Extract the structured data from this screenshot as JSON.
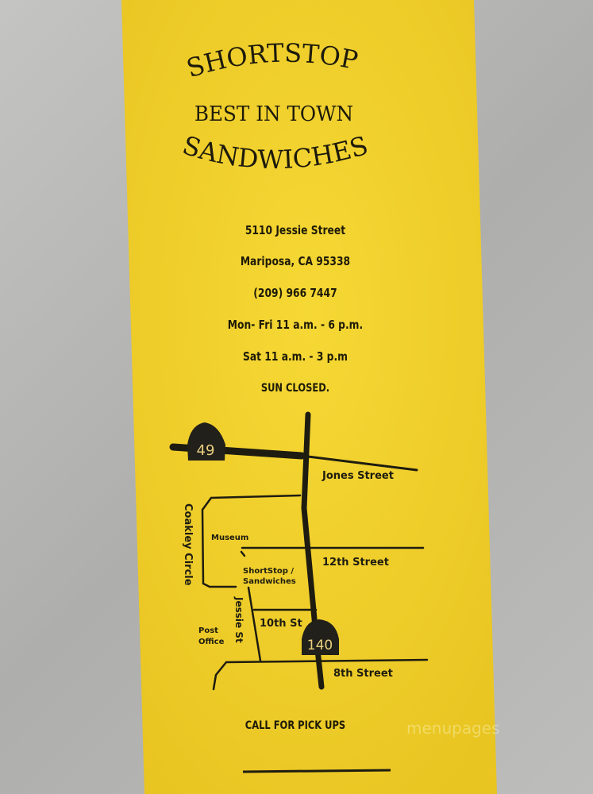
{
  "flyer": {
    "arc_top": "SHORTSTOP",
    "middle": "BEST IN TOWN",
    "arc_bottom": "SANDWICHES",
    "address_line1": "5110 Jessie Street",
    "address_line2": "Mariposa, CA 95338",
    "phone": "(209) 966 7447",
    "hours_weekday": "Mon- Fri 11 a.m. - 6 p.m.",
    "hours_saturday": "Sat 11 a.m. - 3 p.m",
    "hours_sunday": "SUN CLOSED.",
    "footer": "CALL FOR PICK UPS",
    "paper_color": "#f2d22e"
  },
  "map": {
    "highway_49": "49",
    "highway_140": "140",
    "streets": {
      "jones": "Jones Street",
      "twelfth": "12th Street",
      "tenth": "10th St",
      "eighth": "8th Street",
      "jessie": "Jessie St",
      "coakley": "Coakley Circle"
    },
    "landmarks": {
      "museum": "Museum",
      "shop_line1": "ShortStop /",
      "shop_line2": "Sandwiches",
      "post_line1": "Post",
      "post_line2": "Office"
    }
  },
  "watermark": "menupages"
}
